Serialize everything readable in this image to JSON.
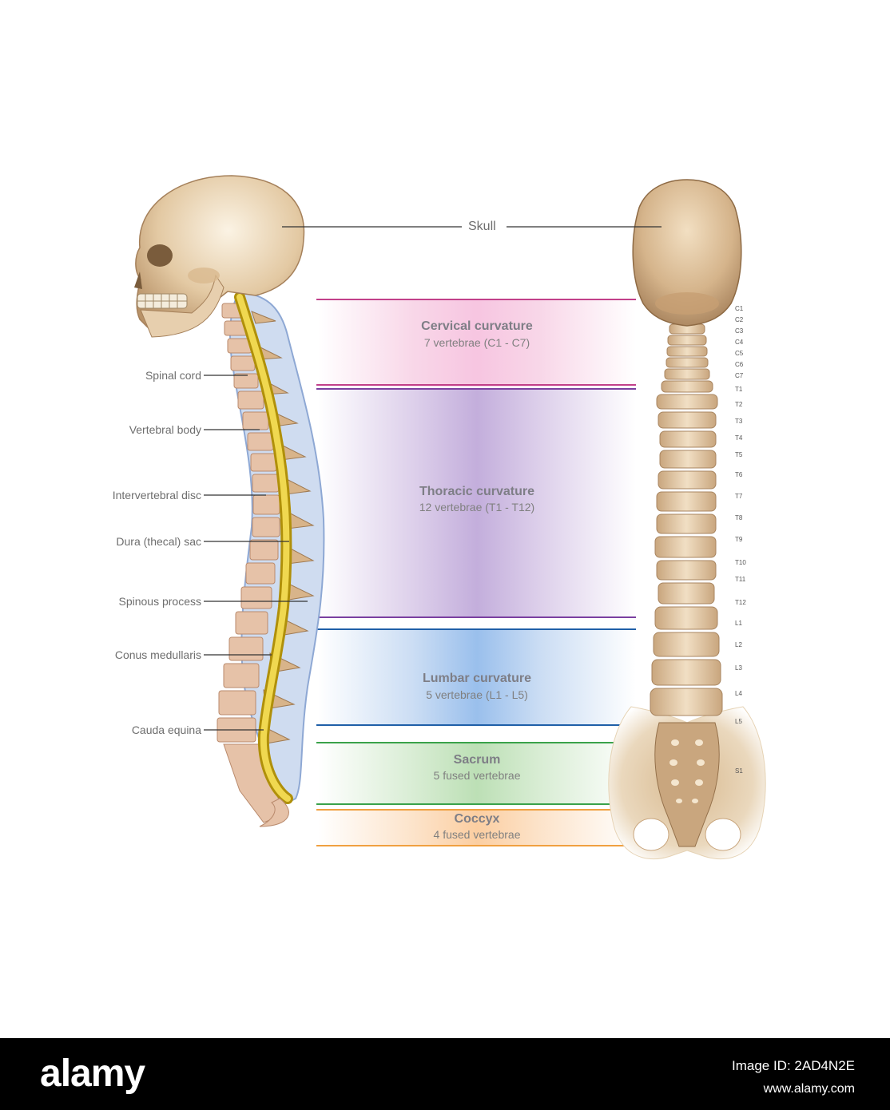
{
  "left_labels": [
    "Spinal cord",
    "Vertebral body",
    "Intervertebral disc",
    "Dura (thecal) sac",
    "Spinous process",
    "Conus medullaris",
    "Cauda equina"
  ],
  "skull_label": "Skull",
  "regions": {
    "cervical": {
      "title": "Cervical curvature",
      "sub": "7 vertebrae (C1 - C7)",
      "color": "#c2408a"
    },
    "thoracic": {
      "title": "Thoracic curvature",
      "sub": "12 vertebrae (T1 - T12)",
      "color": "#7a3fa0"
    },
    "lumbar": {
      "title": "Lumbar curvature",
      "sub": "5 vertebrae (L1 - L5)",
      "color": "#1f5fa8"
    },
    "sacrum": {
      "title": "Sacrum",
      "sub": "5 fused vertebrae",
      "color": "#3aa24a"
    },
    "coccyx": {
      "title": "Coccyx",
      "sub": "4 fused vertebrae",
      "color": "#f0a040"
    }
  },
  "vertebra_labels": [
    "C1",
    "C2",
    "C3",
    "C4",
    "C5",
    "C6",
    "C7",
    "T1",
    "T2",
    "T3",
    "T4",
    "T5",
    "T6",
    "T7",
    "T8",
    "T9",
    "T10",
    "T11",
    "T12",
    "L1",
    "L2",
    "L3",
    "L4",
    "L5",
    "S1"
  ],
  "footer": {
    "logo": "alamy",
    "image_id": "Image ID: 2AD4N2E",
    "site": "www.alamy.com"
  },
  "colors": {
    "bone": "#d8be9a",
    "cord": "#d6b420",
    "label_text": "#6e6e6e"
  }
}
